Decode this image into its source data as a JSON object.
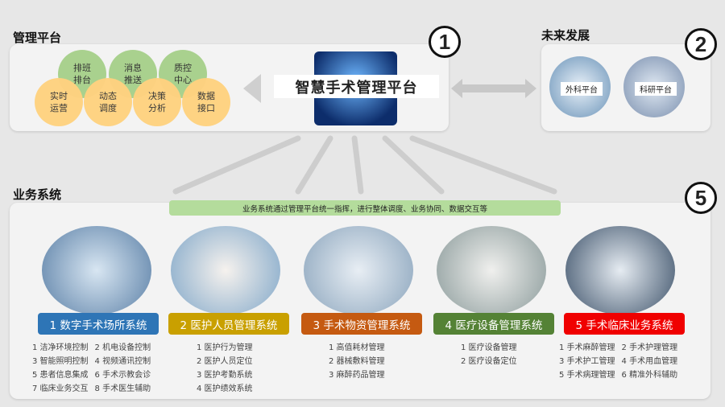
{
  "management": {
    "title": "管理平台",
    "green_bubbles": [
      "排班排台",
      "消息推送",
      "质控中心"
    ],
    "orange_bubbles": [
      "实时运营",
      "动态调度",
      "决策分析",
      "数据接口"
    ],
    "center_label": "智慧手术管理平台",
    "badge": "1"
  },
  "future": {
    "title": "未来发展",
    "items": [
      "外科平台",
      "科研平台"
    ],
    "badge": "2"
  },
  "business": {
    "title": "业务系统",
    "badge": "5",
    "banner": "业务系统通过管理平台统一指挥，进行整体调度、业务协同、数据交互等",
    "systems": [
      {
        "label": "1 数字手术场所系统",
        "color": "#2e75b6",
        "items": [
          "1 洁净环境控制",
          "2 机电设备控制",
          "3 智能照明控制",
          "4 视频通讯控制",
          "5 患者信息集成",
          "6 手术示教会诊",
          "7 临床业务交互",
          "8 手术医生辅助"
        ]
      },
      {
        "label": "2 医护人员管理系统",
        "color": "#c9a000",
        "items": [
          "1 医护行为管理",
          "2 医护人员定位",
          "3 医护考勤系统",
          "4 医护绩效系统"
        ]
      },
      {
        "label": "3 手术物资管理系统",
        "color": "#c55a11",
        "items": [
          "1 高值耗材管理",
          "2 器械敷料管理",
          "3 麻醉药品管理"
        ]
      },
      {
        "label": "4 医疗设备管理系统",
        "color": "#548235",
        "items": [
          "1 医疗设备管理",
          "2 医疗设备定位"
        ]
      },
      {
        "label": "5 手术临床业务系统",
        "color": "#f00000",
        "items": [
          "1 手术麻醉管理",
          "2 手术护理管理",
          "3 手术护工管理",
          "4 手术用血管理",
          "5 手术病理管理",
          "6 精准外科辅助"
        ]
      }
    ]
  }
}
